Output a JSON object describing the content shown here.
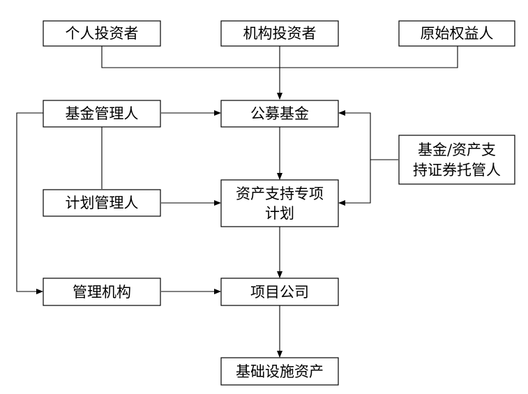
{
  "diagram": {
    "nodes": {
      "individual_investor": "个人投资者",
      "institutional_investor": "机构投资者",
      "original_equity_holder": "原始权益人",
      "fund_manager": "基金管理人",
      "public_fund": "公募基金",
      "custodian_line1": "基金/资产支",
      "custodian_line2": "持证券托管人",
      "plan_manager": "计划管理人",
      "abs_plan_line1": "资产支持专项",
      "abs_plan_line2": "计划",
      "management_org": "管理机构",
      "project_company": "项目公司",
      "infrastructure_assets": "基础设施资产"
    },
    "edges": [
      {
        "from": "individual_investor",
        "to": "public_fund"
      },
      {
        "from": "institutional_investor",
        "to": "public_fund"
      },
      {
        "from": "original_equity_holder",
        "to": "public_fund"
      },
      {
        "from": "fund_manager",
        "to": "public_fund"
      },
      {
        "from": "fund_manager",
        "to": "plan_manager",
        "arrow": false
      },
      {
        "from": "fund_manager",
        "to": "management_org"
      },
      {
        "from": "custodian",
        "to": "public_fund"
      },
      {
        "from": "custodian",
        "to": "abs_plan"
      },
      {
        "from": "public_fund",
        "to": "abs_plan"
      },
      {
        "from": "plan_manager",
        "to": "abs_plan"
      },
      {
        "from": "abs_plan",
        "to": "project_company"
      },
      {
        "from": "management_org",
        "to": "project_company"
      },
      {
        "from": "project_company",
        "to": "infrastructure_assets"
      }
    ],
    "colors": {
      "line": "#000000",
      "box_fill": "#ffffff",
      "text": "#000000"
    }
  }
}
